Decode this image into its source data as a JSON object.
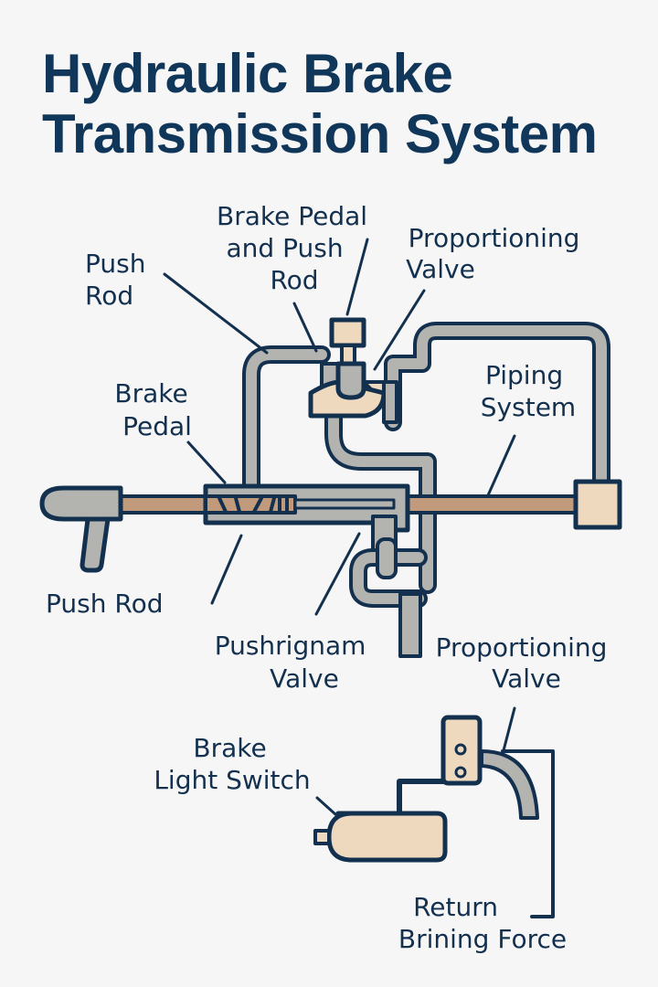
{
  "title": {
    "line1": "Hydraulic Brake",
    "line2": "Transmission System"
  },
  "labels": {
    "brake_pedal_and_push_rod": [
      "Brake Pedal",
      "and Push",
      "Rod"
    ],
    "proportioning_valve_top": [
      "Proportioning",
      "Valve"
    ],
    "push_rod_top": [
      "Push",
      "Rod"
    ],
    "piping_system": [
      "Piping",
      "System"
    ],
    "brake_pedal": [
      "Brake",
      "Pedal"
    ],
    "push_rod_bottom": [
      "Push Rod"
    ],
    "pushrignam_valve": [
      "Pushrignam",
      "Valve"
    ],
    "proportioning_valve_bottom": [
      "Proportioning",
      "Valve"
    ],
    "brake_light_switch": [
      "Brake",
      "Light Switch"
    ],
    "return_brining_force": [
      "Return",
      "Brining Force"
    ]
  },
  "colors": {
    "background": "#f6f6f6",
    "outline": "#13304f",
    "pipe_gray": "#b3b3b0",
    "rod_tan": "#c09a7a",
    "part_beige": "#efd9be",
    "title": "#10375a"
  }
}
